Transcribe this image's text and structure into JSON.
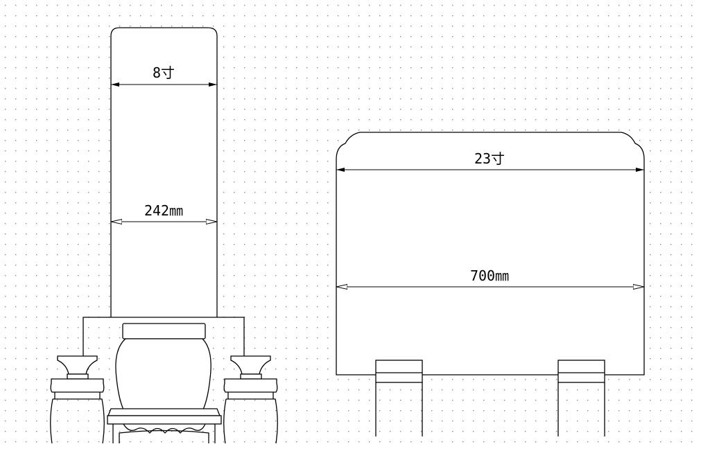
{
  "dimensions": {
    "left_width_shaku": "8寸",
    "left_width_mm": "242㎜",
    "right_width_shaku": "23寸",
    "right_width_mm": "700㎜"
  },
  "colors": {
    "line": "#000000",
    "grid_dot": "#8a8a8a",
    "background": "#ffffff"
  }
}
